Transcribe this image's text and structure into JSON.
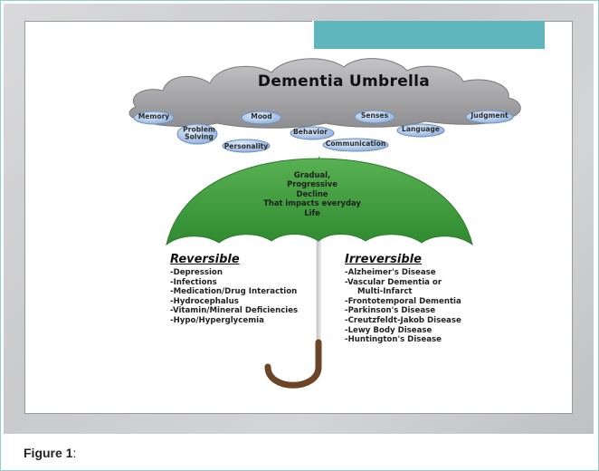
{
  "diagram": {
    "title": "Dementia Umbrella",
    "drops": [
      {
        "id": "memory",
        "label": "Memory"
      },
      {
        "id": "problem",
        "label": "Problem\nSolving"
      },
      {
        "id": "mood",
        "label": "Mood"
      },
      {
        "id": "personality",
        "label": "Personality"
      },
      {
        "id": "behavior",
        "label": "Behavior"
      },
      {
        "id": "communication",
        "label": "Communication"
      },
      {
        "id": "senses",
        "label": "Senses"
      },
      {
        "id": "language",
        "label": "Language"
      },
      {
        "id": "judgment",
        "label": "Judgment"
      }
    ],
    "umbrella_text": "Gradual,\nProgressive\nDecline\nThat impacts everyday\nLife",
    "reversible": {
      "title": "Reversible",
      "items": [
        "-Depression",
        "-Infections",
        "-Medication/Drug Interaction",
        "-Hydrocephalus",
        "-Vitamin/Mineral Deficiencies",
        "-Hypo/Hyperglycemia"
      ]
    },
    "irreversible": {
      "title": "Irreversible",
      "items": [
        "-Alzheimer's Disease",
        "-Vascular Dementia or",
        "Multi-Infarct",
        "-Frontotemporal Dementia",
        "-Parkinson's Disease",
        "-Creutzfeldt-Jakob Disease",
        "-Lewy Body Disease",
        "-Huntington's Disease"
      ]
    },
    "colors": {
      "cloud": "#a9a9ab",
      "canopy": "#3e9c3b",
      "handle": "#6b4526",
      "drop": "#a7c1e3",
      "teal": "#5fb6bd"
    }
  },
  "caption": {
    "label": "Figure 1",
    "suffix": ":"
  }
}
